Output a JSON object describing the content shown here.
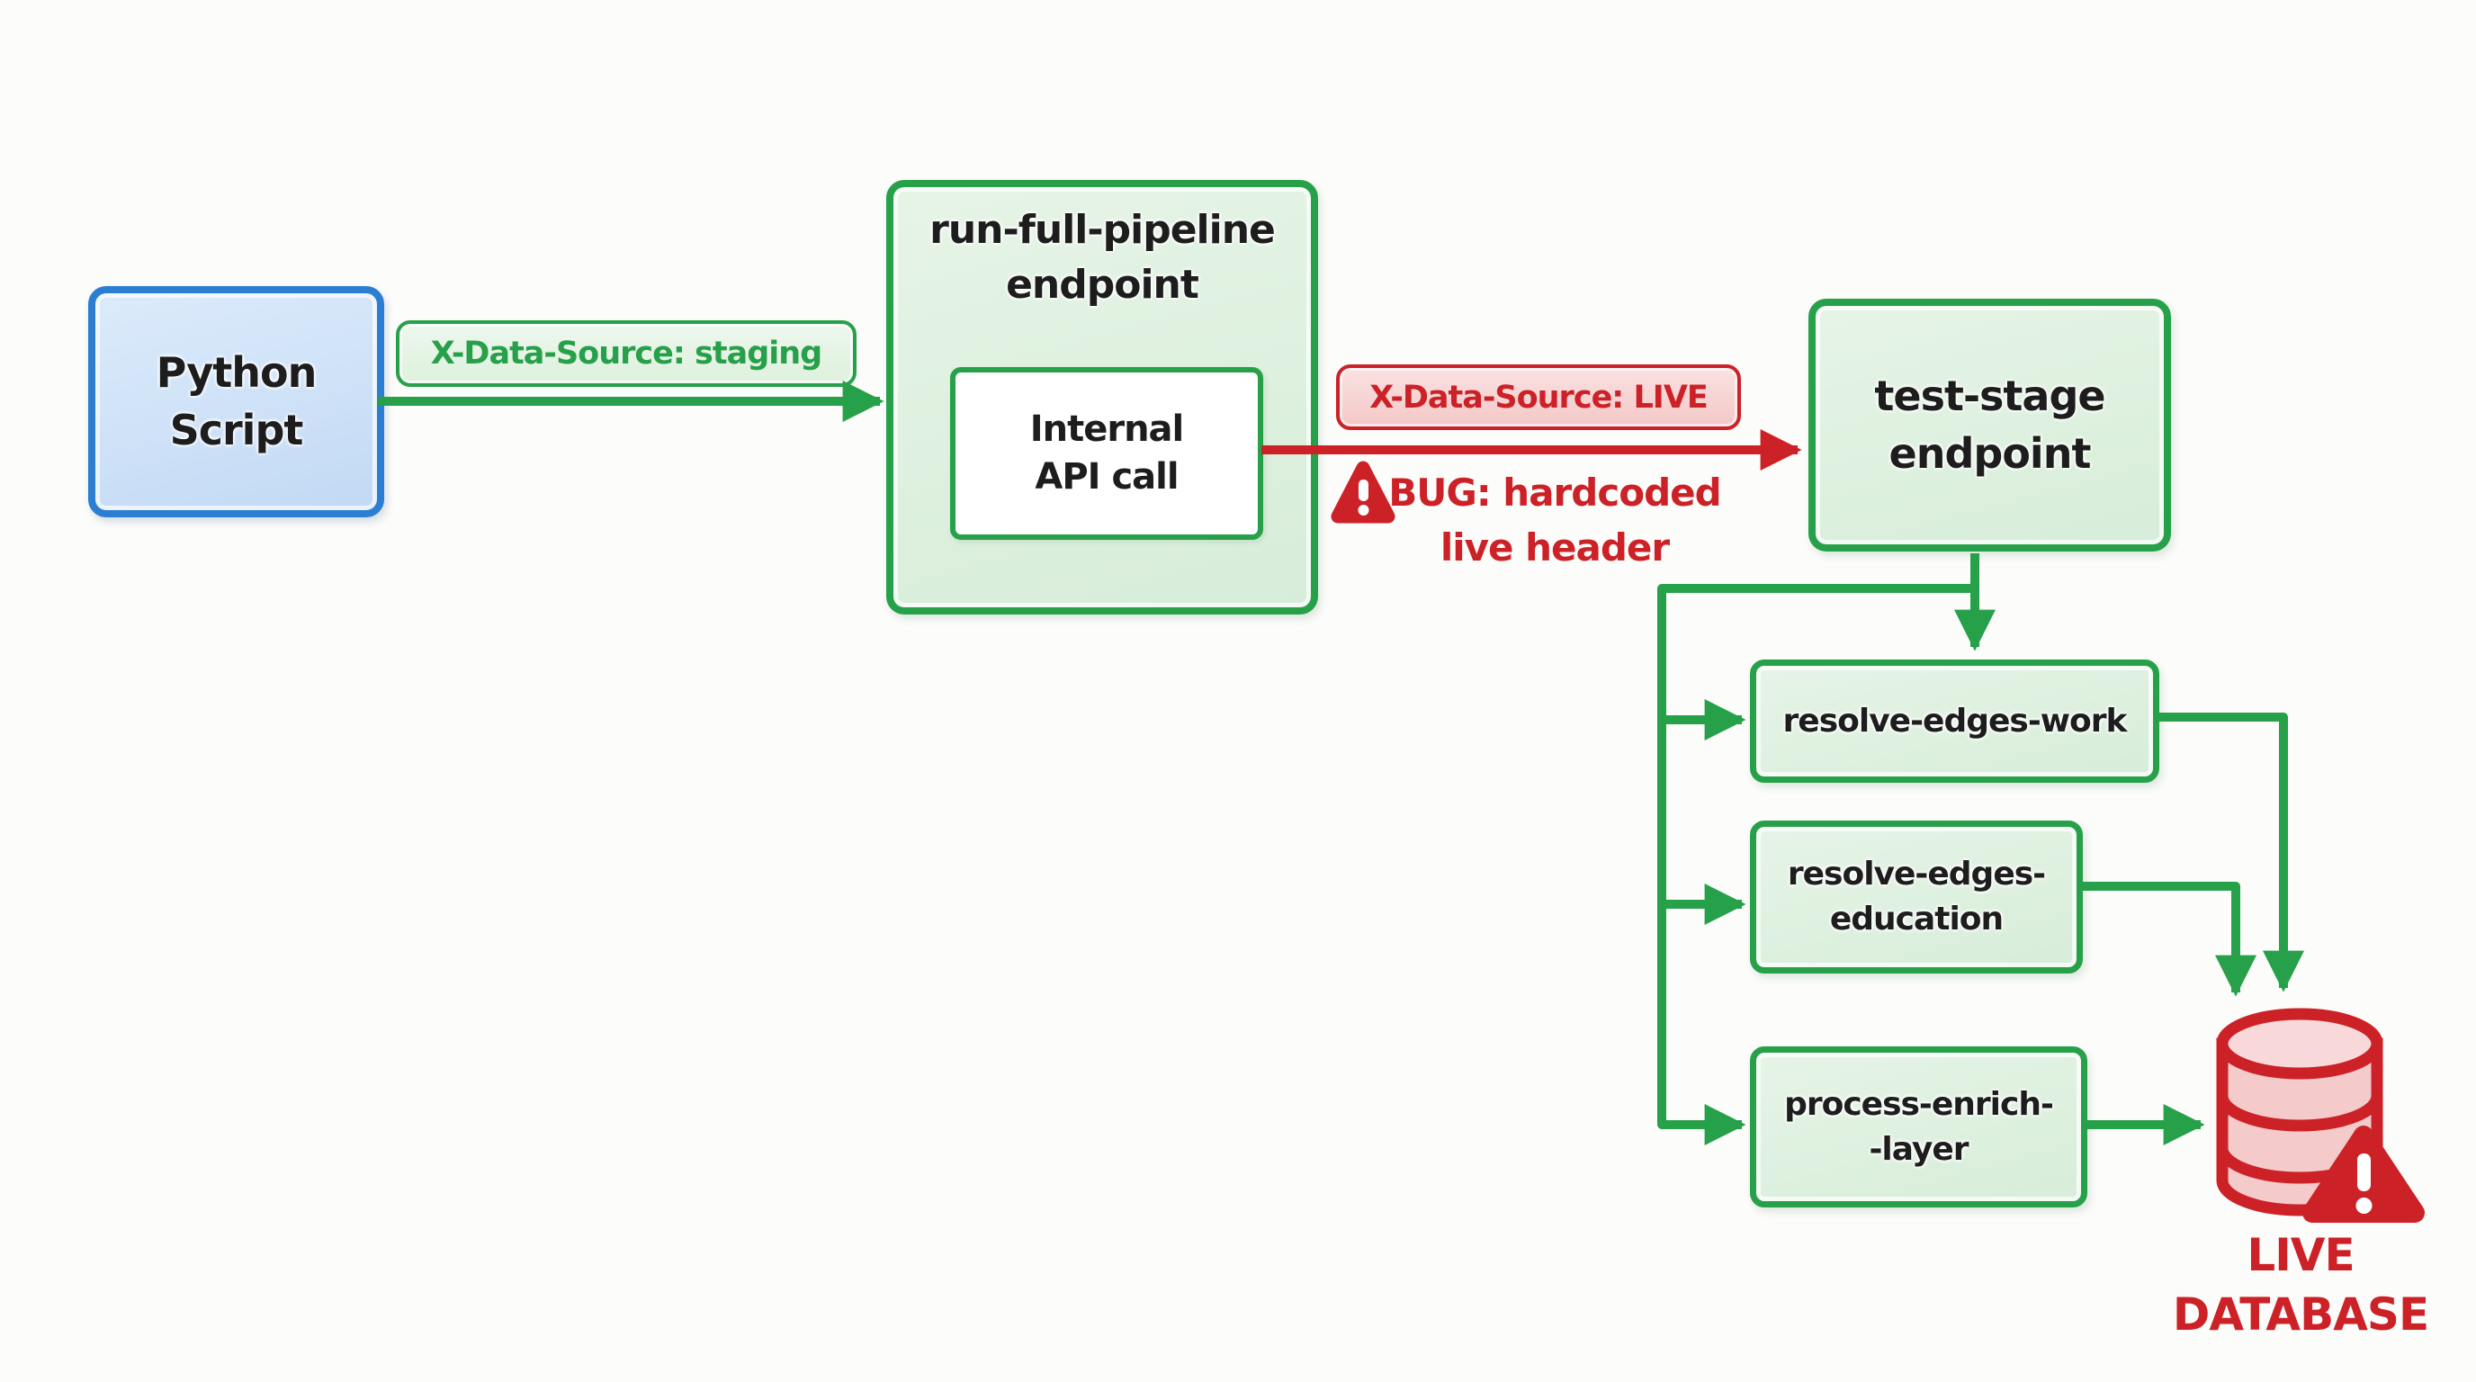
{
  "nodes": {
    "python_script": {
      "label": "Python\nScript"
    },
    "run_full_pipeline": {
      "label": "run-full-pipeline\nendpoint"
    },
    "internal_api_call": {
      "label": "Internal\nAPI call"
    },
    "test_stage": {
      "label": "test-stage\nendpoint"
    },
    "resolve_edges_work": {
      "label": "resolve-edges-work"
    },
    "resolve_edges_education": {
      "label": "resolve-edges-\neducation"
    },
    "process_enrich_layer": {
      "label": "process-enrich-\n-layer"
    },
    "live_database": {
      "label": "LIVE\nDATABASE"
    }
  },
  "edge_labels": {
    "staging_header": {
      "label": "X-Data-Source: staging"
    },
    "live_header": {
      "label": "X-Data-Source: LIVE"
    },
    "bug_note": {
      "label": "BUG: hardcoded\nlive header"
    }
  },
  "icons": {
    "database": "database-cylinder-icon",
    "live_warning": "warning-triangle-icon",
    "bug_warning": "bug-warning-triangle-icon"
  },
  "colors": {
    "green": "#27a04a",
    "green_fill": "#ddefdf",
    "red": "#cc2127",
    "red_fill": "#f7d2d2",
    "blue": "#2b7ed2",
    "blue_fill": "#cfe2f7",
    "text": "#1d1d1d",
    "background": "#fcfcfa"
  }
}
